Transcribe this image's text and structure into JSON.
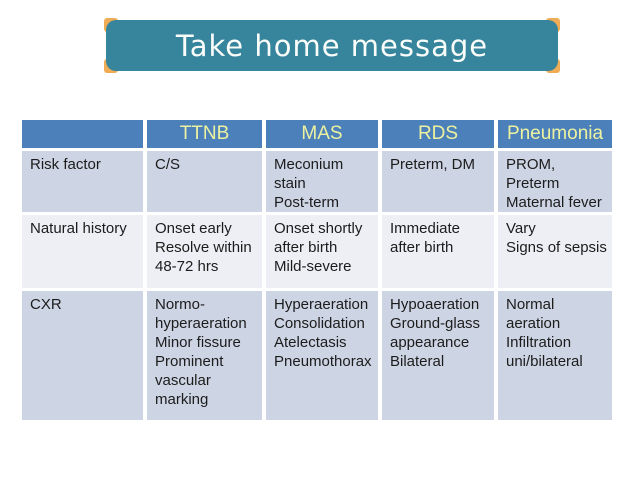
{
  "slide": {
    "title": "Take home message"
  },
  "colors": {
    "title_bg": "#36859C",
    "handle_orange": "#EFAC55",
    "header_bg": "#4C80BB",
    "header_text": "#EDF2A0",
    "band_dark": "#CDD4E3",
    "band_light": "#EDEFF5",
    "body_text": "#1C1C1C"
  },
  "table": {
    "header": [
      "",
      "TTNB",
      "MAS",
      "RDS",
      "Pneumonia"
    ],
    "rows": [
      {
        "label": "Risk factor",
        "cells": [
          "C/S",
          "Meconium\nstain\nPost-term",
          "Preterm, DM",
          "PROM,\nPreterm\nMaternal fever"
        ]
      },
      {
        "label": "Natural history",
        "cells": [
          "Onset early\nResolve within\n48-72 hrs",
          "Onset shortly\nafter birth\nMild-severe",
          "Immediate\nafter birth",
          "Vary\nSigns of sepsis"
        ]
      },
      {
        "label": "CXR",
        "cells": [
          "Normo-\nhyperaeration\nMinor fissure\nProminent\nvascular\nmarking",
          "Hyperaeration\nConsolidation\nAtelectasis\nPneumothorax",
          "Hypoaeration\nGround-glass\nappearance\nBilateral",
          "Normal\naeration\nInfiltration\nuni/bilateral"
        ]
      }
    ]
  }
}
